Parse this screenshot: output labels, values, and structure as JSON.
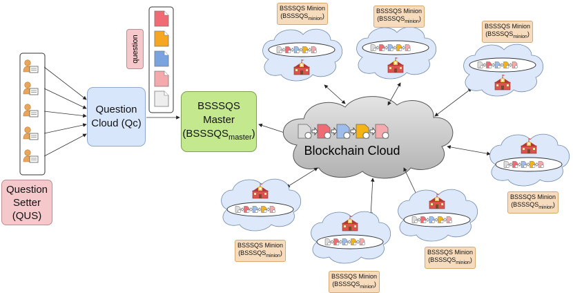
{
  "question_setter": {
    "line1": "Question",
    "line2": "Setter",
    "line3": "(QUS)"
  },
  "question_cloud": {
    "line1": "Question",
    "line2": "Cloud (Qc)"
  },
  "question_tag": "question",
  "master": {
    "line1": "BSSSQS",
    "line2": "Master",
    "line3_main": "(BSSSQS",
    "line3_sub": "master",
    "line3_end": ")"
  },
  "blockchain_cloud": "Blockchain Cloud",
  "minion_label": {
    "line1": "BSSSQS Minion",
    "main": "(BSSSQS",
    "sub": "minion",
    "end": ")"
  },
  "colors": {
    "question_setter_fill": "#f5c9cc",
    "question_cloud_fill": "#d7e6fb",
    "master_fill": "#c3e88e",
    "minion_label_fill": "#f6dcbd",
    "minion_cloud_fill": "#dde9fa",
    "blockchain_cloud_fill": "#c9c9c9"
  },
  "document_colors": [
    "#ef6c74",
    "#f5a623",
    "#7aa4e0",
    "#f4a9ad",
    "#eeeeee"
  ],
  "chain_colors": [
    "#dcdcdc",
    "#ef6c74",
    "#9dbdea",
    "#f5b316",
    "#f4a9ad"
  ]
}
